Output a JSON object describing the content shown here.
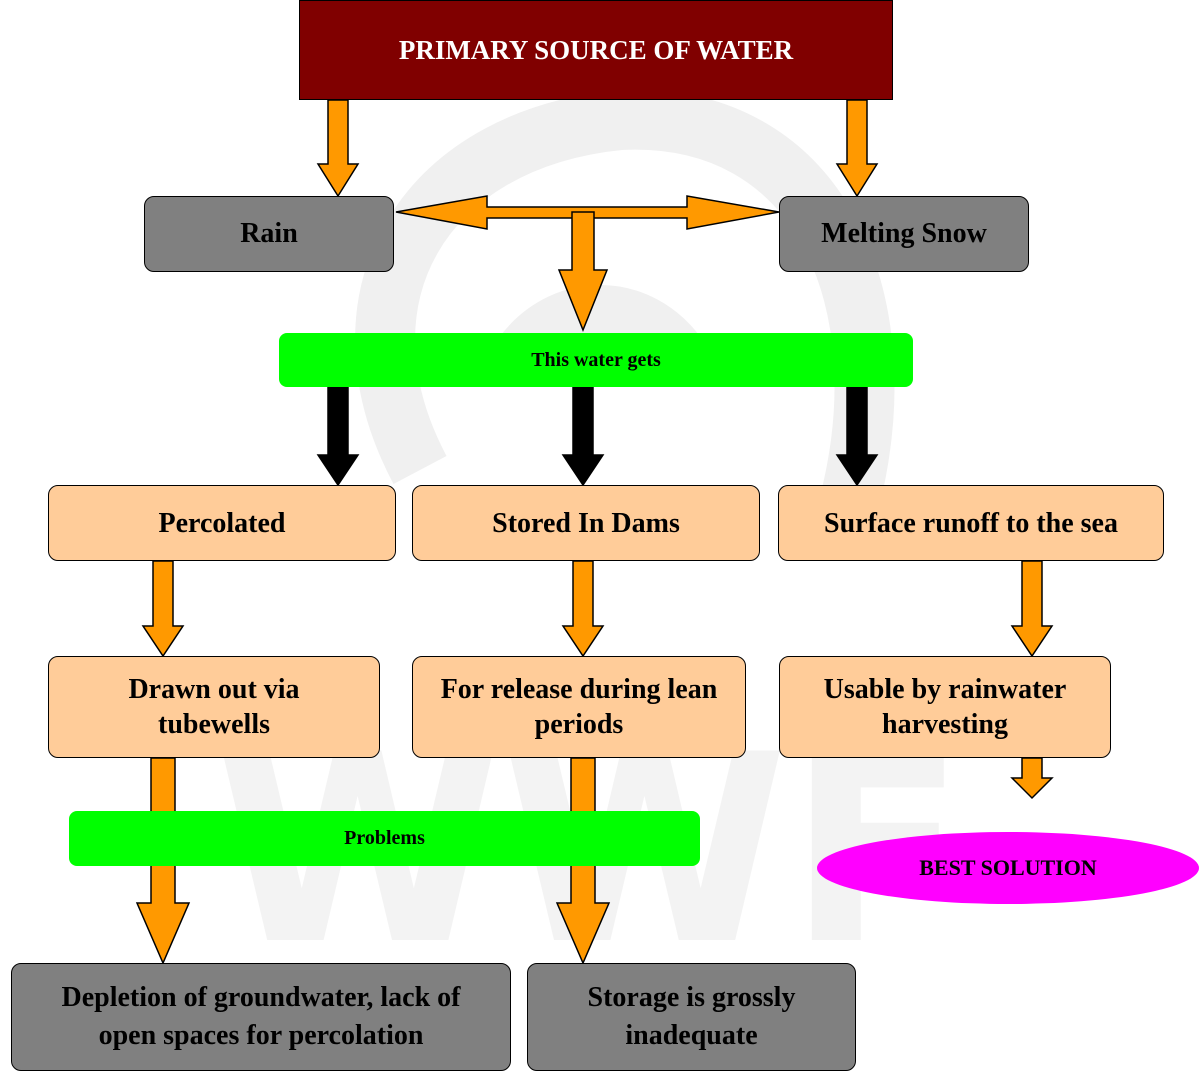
{
  "diagram": {
    "title": "PRIMARY SOURCE OF WATER",
    "sources": {
      "rain": "Rain",
      "melting_snow": "Melting Snow"
    },
    "connector": "This water gets",
    "outcomes": {
      "percolated": "Percolated",
      "stored_in_dams": "Stored In Dams",
      "surface_runoff": "Surface runoff to the sea"
    },
    "uses": {
      "drawn_out": "Drawn out via tubewells",
      "for_release": "For release during lean periods",
      "usable_harvesting": "Usable by rainwater harvesting"
    },
    "problems_label": "Problems",
    "problems": {
      "depletion": "Depletion of groundwater, lack of open spaces for percolation",
      "storage": "Storage is grossly inadequate"
    },
    "best_solution": "BEST SOLUTION"
  },
  "colors": {
    "title_fill": "#800000",
    "source_fill": "#808080",
    "process_fill": "#ffcc99",
    "label_fill": "#00ff00",
    "solution_fill": "#ff00ff",
    "arrow_orange": "#ff9900",
    "arrow_black": "#000000"
  }
}
